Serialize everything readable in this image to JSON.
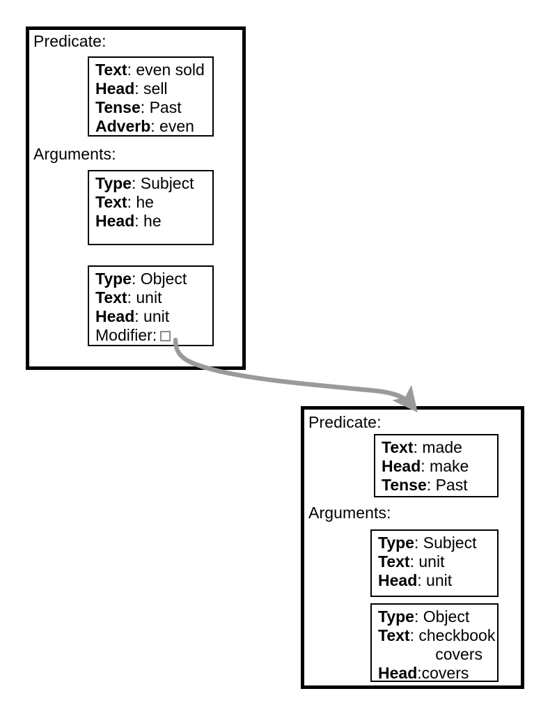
{
  "diagram": {
    "type": "predicate-argument-structure",
    "accent_color": "#000000",
    "connector_color": "#9a9a9a",
    "modifier_slot_color": "#8a8a8a",
    "nodes": [
      {
        "id": "node-1",
        "predicate_label": "Predicate:",
        "arguments_label": "Arguments:",
        "predicate": {
          "rows": [
            {
              "key": "Text",
              "sep": ": ",
              "value": "even sold"
            },
            {
              "key": "Head",
              "sep": ": ",
              "value": "sell"
            },
            {
              "key": "Tense",
              "sep": ": ",
              "value": "Past"
            },
            {
              "key": "Adverb",
              "sep": ": ",
              "value": "even"
            }
          ]
        },
        "arguments": [
          {
            "id": "arg-1-subject",
            "rows": [
              {
                "key": "Type",
                "sep": ": ",
                "value": "Subject"
              },
              {
                "key": "Text",
                "sep": ": ",
                "value": "he"
              },
              {
                "key": "Head",
                "sep": ": ",
                "value": "he"
              }
            ]
          },
          {
            "id": "arg-1-object",
            "rows": [
              {
                "key": "Type",
                "sep": ": ",
                "value": "Object"
              },
              {
                "key": "Text",
                "sep": ": ",
                "value": "unit"
              },
              {
                "key": "Head",
                "sep": ": ",
                "value": "unit"
              }
            ],
            "modifier": {
              "key": "Modifier",
              "sep": ":",
              "value": ""
            }
          }
        ]
      },
      {
        "id": "node-2",
        "predicate_label": "Predicate:",
        "arguments_label": "Arguments:",
        "predicate": {
          "rows": [
            {
              "key": "Text",
              "sep": ": ",
              "value": "made"
            },
            {
              "key": "Head",
              "sep": ": ",
              "value": "make"
            },
            {
              "key": "Tense",
              "sep": ": ",
              "value": "Past"
            }
          ]
        },
        "arguments": [
          {
            "id": "arg-2-subject",
            "rows": [
              {
                "key": "Type",
                "sep": ": ",
                "value": "Subject"
              },
              {
                "key": "Text",
                "sep": ": ",
                "value": "unit"
              },
              {
                "key": "Head",
                "sep": ": ",
                "value": "unit"
              }
            ]
          },
          {
            "id": "arg-2-object",
            "rows": [
              {
                "key": "Type",
                "sep": ": ",
                "value": "Object"
              },
              {
                "key": "Text",
                "sep": ": ",
                "value": "checkbook"
              },
              {
                "key": "Head",
                "sep": ":",
                "value": "covers"
              }
            ],
            "continuation": "covers"
          }
        ]
      }
    ],
    "edges": [
      {
        "id": "edge-modifier",
        "from": "arg-1-object.modifier",
        "to": "node-2",
        "style": "curved-arrow"
      }
    ]
  },
  "n1": {
    "predicate_label": "Predicate:",
    "arguments_label": "Arguments:",
    "pred": {
      "r0k": "Text",
      "r0s": ": ",
      "r0v": "even sold",
      "r1k": "Head",
      "r1s": ": ",
      "r1v": "sell",
      "r2k": "Tense",
      "r2s": ": ",
      "r2v": "Past",
      "r3k": "Adverb",
      "r3s": ": ",
      "r3v": "even"
    },
    "a0": {
      "r0k": "Type",
      "r0s": ": ",
      "r0v": "Subject",
      "r1k": "Text",
      "r1s": ": ",
      "r1v": "he",
      "r2k": "Head",
      "r2s": ": ",
      "r2v": "he"
    },
    "a1": {
      "r0k": "Type",
      "r0s": ": ",
      "r0v": "Object",
      "r1k": "Text",
      "r1s": ": ",
      "r1v": "unit",
      "r2k": "Head",
      "r2s": ": ",
      "r2v": "unit",
      "r3k": "Modifier",
      "r3s": ":"
    }
  },
  "n2": {
    "predicate_label": "Predicate:",
    "arguments_label": "Arguments:",
    "pred": {
      "r0k": "Text",
      "r0s": ": ",
      "r0v": "made",
      "r1k": "Head",
      "r1s": ": ",
      "r1v": "make",
      "r2k": "Tense",
      "r2s": ": ",
      "r2v": "Past"
    },
    "a0": {
      "r0k": "Type",
      "r0s": ": ",
      "r0v": "Subject",
      "r1k": "Text",
      "r1s": ": ",
      "r1v": "unit",
      "r2k": "Head",
      "r2s": ": ",
      "r2v": "unit"
    },
    "a1": {
      "r0k": "Type",
      "r0s": ": ",
      "r0v": "Object",
      "r1k": "Text",
      "r1s": ": ",
      "r1v": "checkbook",
      "r1cont": "covers",
      "r2k": "Head",
      "r2s": ":",
      "r2v": "covers"
    }
  }
}
